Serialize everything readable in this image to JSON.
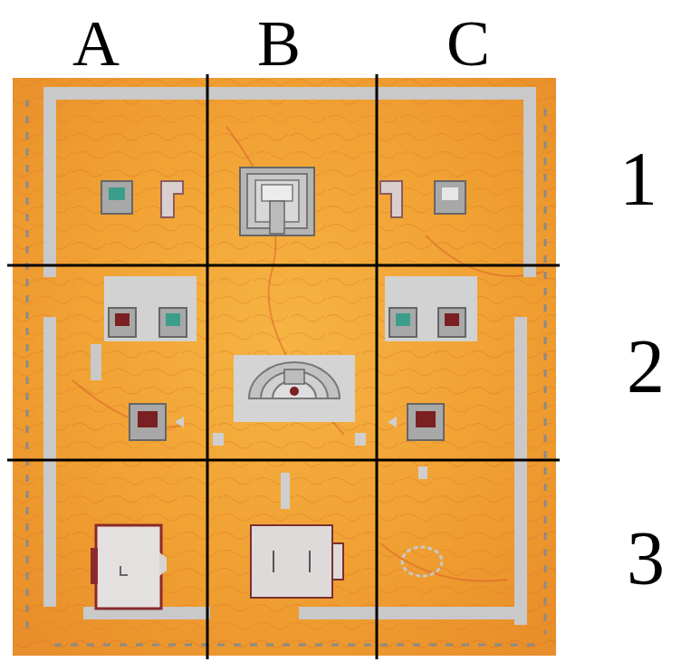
{
  "diagram": {
    "labels": [
      "A",
      "B",
      "C",
      "1",
      "2",
      "3"
    ]
  }
}
